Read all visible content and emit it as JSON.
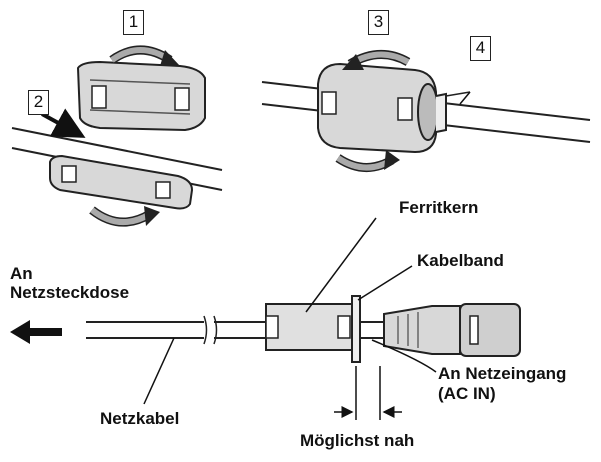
{
  "steps": [
    "1",
    "2",
    "3",
    "4"
  ],
  "labels": {
    "ferrite_core": "Ferritkern",
    "cable_tie": "Kabelband",
    "to_outlet_line1": "An",
    "to_outlet_line2": "Netzsteckdose",
    "power_cable": "Netzkabel",
    "to_inlet_line1": "An Netzeingang",
    "to_inlet_line2": "(AC IN)",
    "as_close_as_possible": "Möglichst nah"
  }
}
